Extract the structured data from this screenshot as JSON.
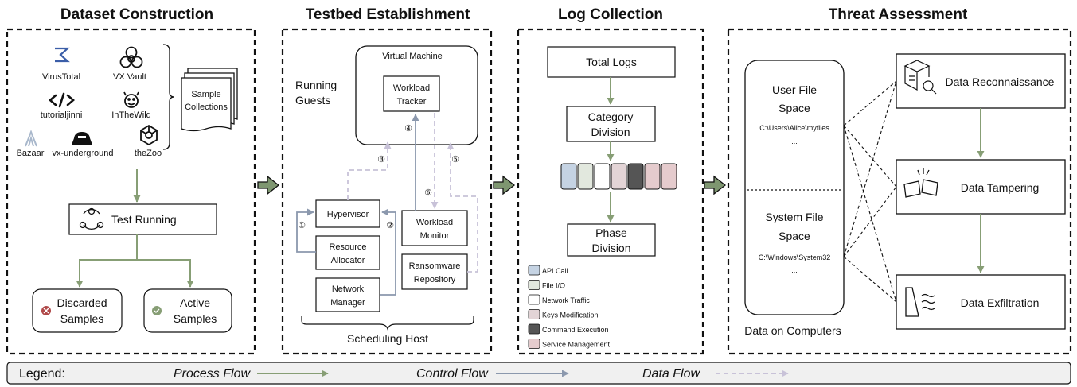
{
  "sections": {
    "dataset": {
      "title": "Dataset Construction",
      "sources": [
        "VirusTotal",
        "VX Vault",
        "tutorialjinni",
        "InTheWild",
        "Bazaar",
        "vx-underground",
        "theZoo"
      ],
      "sample_collections": [
        "Sample",
        "Collections"
      ],
      "test_running": "Test Running",
      "discarded": [
        "Discarded",
        "Samples"
      ],
      "active": [
        "Active",
        "Samples"
      ]
    },
    "testbed": {
      "title": "Testbed Establishment",
      "virtual_machine": "Virtual Machine",
      "running_guests": [
        "Running",
        "Guests"
      ],
      "workload_tracker": [
        "Workload",
        "Tracker"
      ],
      "hypervisor": "Hypervisor",
      "resource_allocator": [
        "Resource",
        "Allocator"
      ],
      "network_manager": [
        "Network",
        "Manager"
      ],
      "workload_monitor": [
        "Workload",
        "Monitor"
      ],
      "ransomware_repository": [
        "Ransomware",
        "Repository"
      ],
      "scheduling_host": "Scheduling Host",
      "step_numbers": [
        "①",
        "②",
        "③",
        "④",
        "⑤",
        "⑥"
      ]
    },
    "log": {
      "title": "Log Collection",
      "total_logs": "Total Logs",
      "category_division": [
        "Category",
        "Division"
      ],
      "phase_division": [
        "Phase",
        "Division"
      ],
      "categories": [
        {
          "label": "API Call",
          "color": "#c5d3e3"
        },
        {
          "label": "File I/O",
          "color": "#e2e8de"
        },
        {
          "label": "Network Traffic",
          "color": "#ffffff"
        },
        {
          "label": "Keys Modification",
          "color": "#e3d4d6"
        },
        {
          "label": "Command Execution",
          "color": "#555555"
        },
        {
          "label": "Service Management",
          "color": "#e5cbcd"
        }
      ]
    },
    "threat": {
      "title": "Threat Assessment",
      "user_file_space": [
        "User File",
        "Space"
      ],
      "user_path": "C:\\Users\\Alice\\myfiles",
      "system_file_space": [
        "System File",
        "Space"
      ],
      "system_path": "C:\\Windows\\System32",
      "ellipsis": "...",
      "data_on_computers": "Data on Computers",
      "stages": [
        "Data Reconnaissance",
        "Data Tampering",
        "Data Exfiltration"
      ]
    }
  },
  "legend": {
    "label": "Legend:",
    "items": [
      "Process Flow",
      "Control Flow",
      "Data Flow"
    ]
  },
  "colors": {
    "process_flow": "#879e75",
    "control_flow": "#8b98ad",
    "data_flow": "#c8c2d8",
    "section_arrow": "#7e9670"
  },
  "icons": [
    "virustotal-icon",
    "biohazard-icon",
    "code-icon",
    "smiley-icon",
    "bazaar-icon",
    "vx-underground-icon",
    "thezoo-icon",
    "cycle-icon",
    "x-circle-icon",
    "check-circle-icon",
    "cube-magnifier-icon",
    "broken-link-icon",
    "wave-exfiltration-icon"
  ]
}
